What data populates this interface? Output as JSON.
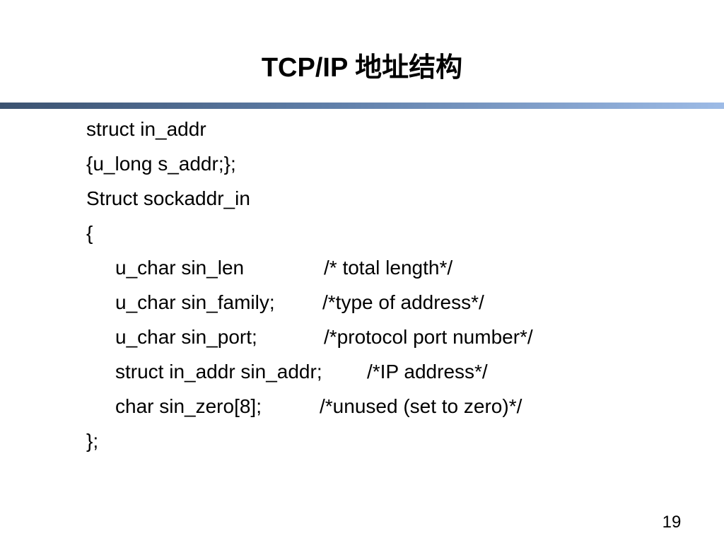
{
  "slide": {
    "title": "TCP/IP 地址结构",
    "page_number": "19",
    "code_lines": [
      {
        "kind": "plain",
        "code": "struct in_addr",
        "comment": ""
      },
      {
        "kind": "plain",
        "code": "{u_long s_addr;};",
        "comment": ""
      },
      {
        "kind": "plain",
        "code": "Struct sockaddr_in",
        "comment": ""
      },
      {
        "kind": "plain",
        "code": "{",
        "comment": ""
      },
      {
        "kind": "field",
        "code": "u_char sin_len",
        "comment": "/* total length*/"
      },
      {
        "kind": "field",
        "code": "u_char sin_family;",
        "comment": "/*type of address*/"
      },
      {
        "kind": "field",
        "code": "u_char sin_port;",
        "comment": "/*protocol port number*/"
      },
      {
        "kind": "field",
        "code": "struct in_addr sin_addr;",
        "comment": "/*IP address*/"
      },
      {
        "kind": "field",
        "code": "char sin_zero[8];",
        "comment": "/*unused (set to zero)*/"
      },
      {
        "kind": "plain",
        "code": "};",
        "comment": ""
      }
    ]
  },
  "colors": {
    "rule_start": "#3b5270",
    "rule_mid": "#5f7ea8",
    "rule_end": "#9dbbe6"
  }
}
